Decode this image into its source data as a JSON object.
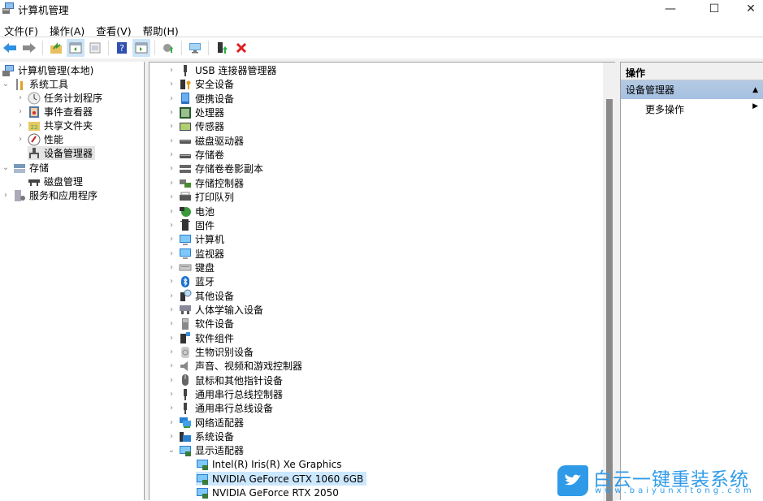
{
  "window": {
    "title": "计算机管理",
    "controls": {
      "minimize": "—",
      "maximize": "☐",
      "close": "✕"
    }
  },
  "menubar": {
    "items": [
      {
        "label": "文件(F)"
      },
      {
        "label": "操作(A)"
      },
      {
        "label": "查看(V)"
      },
      {
        "label": "帮助(H)"
      }
    ]
  },
  "toolbar": {
    "buttons": [
      {
        "icon": "back-arrow-icon"
      },
      {
        "icon": "forward-arrow-icon"
      },
      {
        "icon": "up-folder-icon"
      },
      {
        "icon": "show-hide-console-tree-icon",
        "active": true
      },
      {
        "icon": "properties-icon"
      },
      {
        "icon": "help-icon"
      },
      {
        "icon": "show-hide-action-pane-icon",
        "active": true
      },
      {
        "icon": "update-driver-icon"
      },
      {
        "icon": "scan-hardware-icon"
      },
      {
        "icon": "enable-device-icon"
      },
      {
        "icon": "uninstall-device-icon"
      }
    ]
  },
  "left_tree": {
    "root": "计算机管理(本地)",
    "items": [
      {
        "label": "系统工具",
        "level": 1,
        "expanded": true
      },
      {
        "label": "任务计划程序",
        "level": 2
      },
      {
        "label": "事件查看器",
        "level": 2
      },
      {
        "label": "共享文件夹",
        "level": 2
      },
      {
        "label": "性能",
        "level": 2
      },
      {
        "label": "设备管理器",
        "level": 2,
        "selected": true
      },
      {
        "label": "存储",
        "level": 1,
        "expanded": true
      },
      {
        "label": "磁盘管理",
        "level": 2
      },
      {
        "label": "服务和应用程序",
        "level": 1
      }
    ]
  },
  "device_tree": {
    "categories": [
      {
        "label": "USB 连接器管理器"
      },
      {
        "label": "安全设备"
      },
      {
        "label": "便携设备"
      },
      {
        "label": "处理器"
      },
      {
        "label": "传感器"
      },
      {
        "label": "磁盘驱动器"
      },
      {
        "label": "存储卷"
      },
      {
        "label": "存储卷卷影副本"
      },
      {
        "label": "存储控制器"
      },
      {
        "label": "打印队列"
      },
      {
        "label": "电池"
      },
      {
        "label": "固件"
      },
      {
        "label": "计算机"
      },
      {
        "label": "监视器"
      },
      {
        "label": "键盘"
      },
      {
        "label": "蓝牙"
      },
      {
        "label": "其他设备"
      },
      {
        "label": "人体学输入设备"
      },
      {
        "label": "软件设备"
      },
      {
        "label": "软件组件"
      },
      {
        "label": "生物识别设备"
      },
      {
        "label": "声音、视频和游戏控制器"
      },
      {
        "label": "鼠标和其他指针设备"
      },
      {
        "label": "通用串行总线控制器"
      },
      {
        "label": "通用串行总线设备"
      },
      {
        "label": "网络适配器"
      },
      {
        "label": "系统设备"
      },
      {
        "label": "显示适配器",
        "expanded": true
      }
    ],
    "display_adapters": [
      {
        "label": "Intel(R) Iris(R) Xe Graphics"
      },
      {
        "label": "NVIDIA GeForce GTX 1060 6GB",
        "selected": true
      },
      {
        "label": "NVIDIA GeForce RTX 2050"
      }
    ]
  },
  "actions_pane": {
    "header": "操作",
    "section": "设备管理器",
    "items": [
      {
        "label": "更多操作"
      }
    ]
  },
  "watermark": {
    "title": "白云一键重装系统",
    "url": "www.baiyunxitong.com",
    "color": "#2f9be8"
  },
  "colors": {
    "selection_gray": "#e5e5e5",
    "selection_blue": "#cce8ff",
    "action_section": "#b4cae4"
  }
}
